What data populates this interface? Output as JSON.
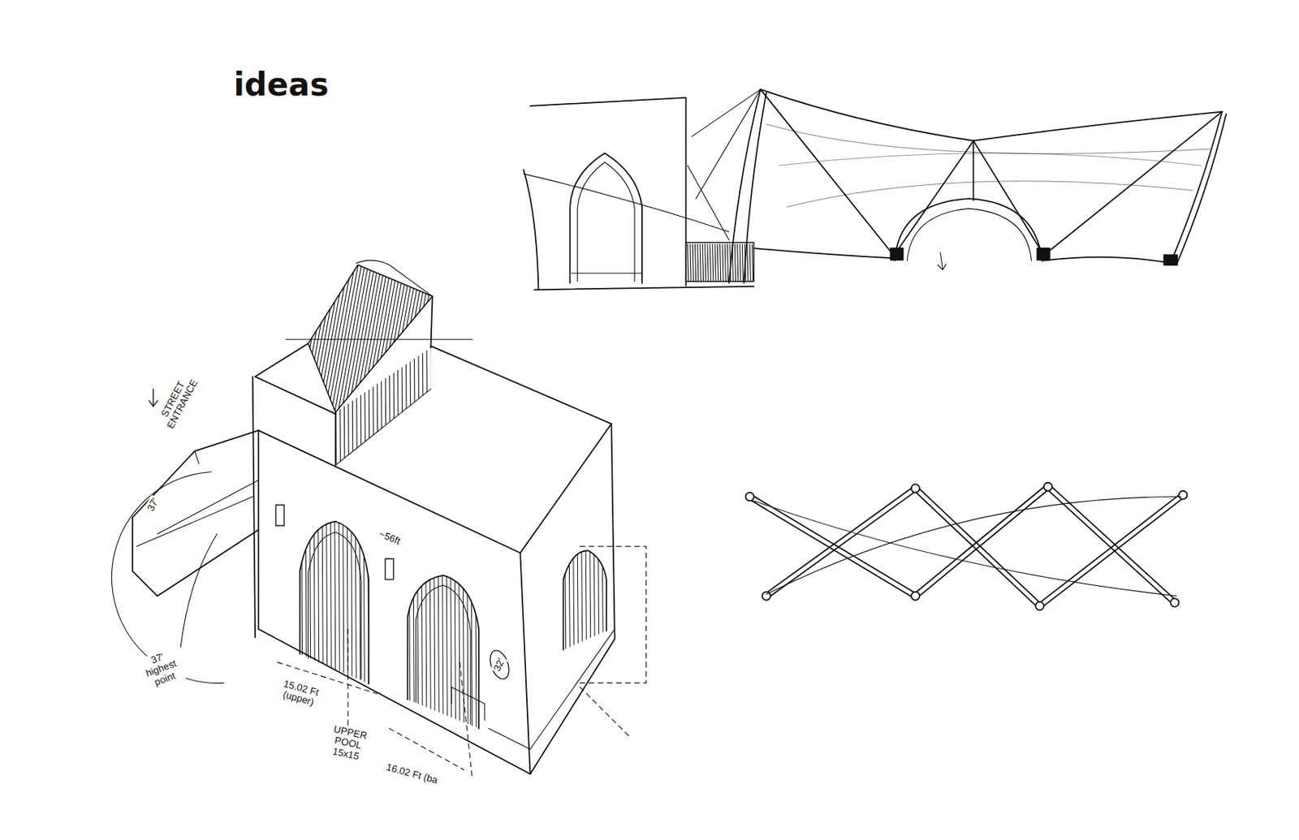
{
  "diagram": {
    "title": "ideas",
    "labels": [
      "STREET ENTRANCE",
      "37'",
      "~56ft",
      "37' highest point",
      "15.02 Ft (upper)",
      "UPPER POOL 15x15",
      "16.02 Ft (ba",
      "32'"
    ]
  }
}
